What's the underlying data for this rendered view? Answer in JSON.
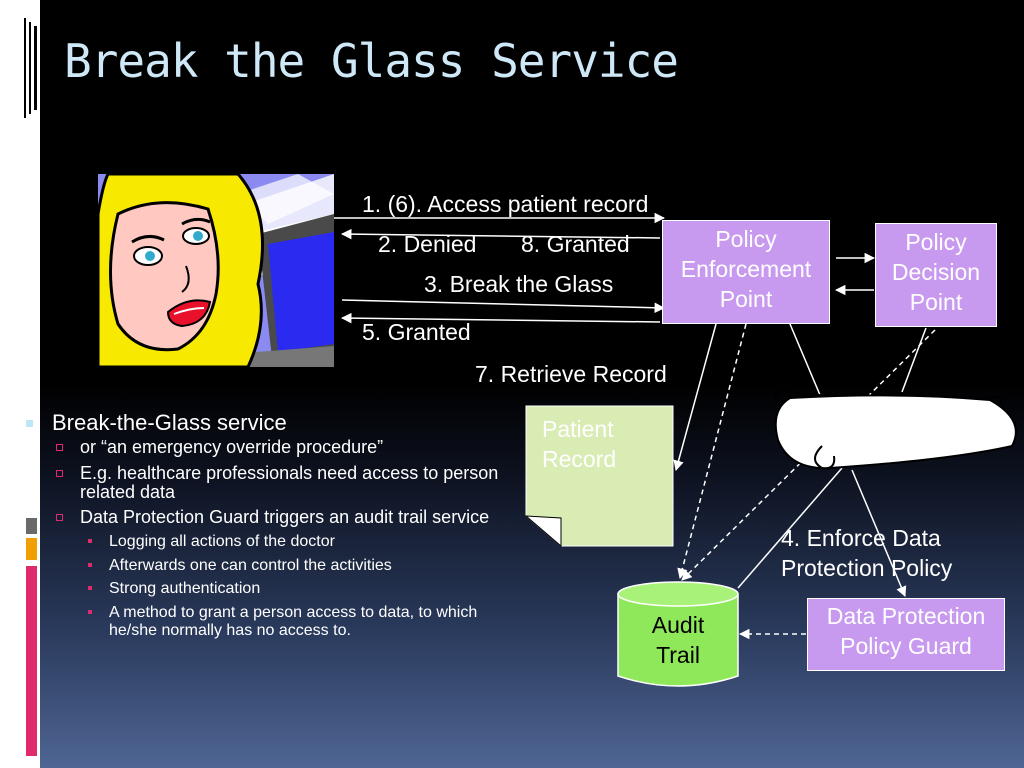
{
  "slide": {
    "title": "Break the Glass Service"
  },
  "diagram": {
    "messages": {
      "access": "1. (6). Access patient record",
      "denied": "2. Denied",
      "granted_8": "8. Granted",
      "break_glass": "3. Break the Glass",
      "granted_5": "5. Granted",
      "retrieve": "7. Retrieve Record",
      "enforce_line1": "4. Enforce Data",
      "enforce_line2": "Protection Policy"
    },
    "nodes": {
      "pep": [
        "Policy",
        "Enforcement",
        "Point"
      ],
      "pdp": [
        "Policy",
        "Decision",
        "Point"
      ],
      "patient_record": [
        "Patient",
        "Record"
      ],
      "audit_trail": [
        "Audit",
        "Trail"
      ],
      "guard": [
        "Data Protection",
        "Policy Guard"
      ]
    },
    "colors": {
      "policy_box": "#c89aef",
      "note": "#d9ecb4",
      "cylinder": "#8fe85a"
    }
  },
  "bullets": {
    "main": "Break-the-Glass service",
    "level2": [
      "or “an emergency override procedure”",
      "E.g. healthcare professionals need access to person related data",
      "Data Protection Guard triggers an audit trail service"
    ],
    "level3": [
      "Logging all actions of the doctor",
      "Afterwards  one can control the activities",
      "Strong authentication",
      "A method to grant a person access to data, to which he/she normally has no access to."
    ]
  }
}
